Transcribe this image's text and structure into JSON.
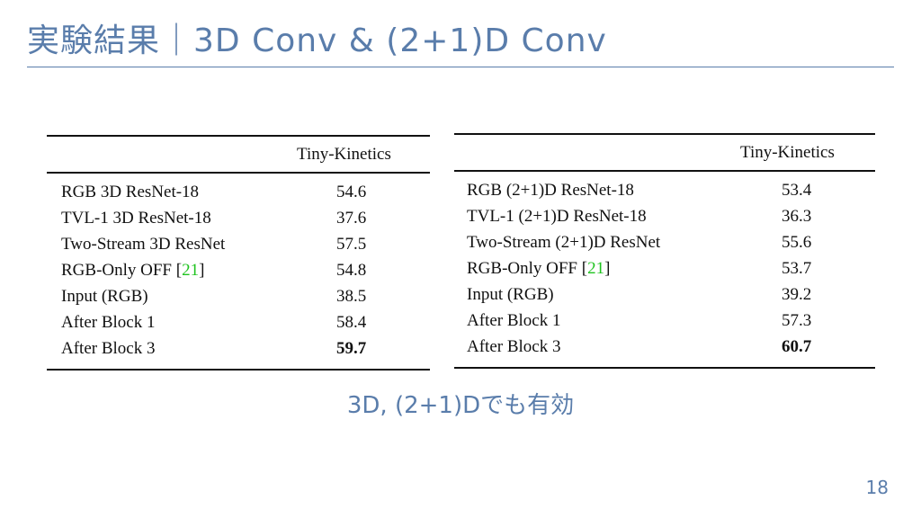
{
  "slide": {
    "title": "実験結果｜3D Conv & (2+1)D Conv",
    "caption": "3D, (2+1)Dでも有効",
    "page_number": "18"
  },
  "colors": {
    "title": "#5a7dab",
    "citation": "#1ec31e",
    "rule": "#111111"
  },
  "tables": [
    {
      "column_header": "Tiny-Kinetics",
      "rows": [
        {
          "method": "RGB 3D ResNet-18",
          "score": "54.6"
        },
        {
          "method": "TVL-1 3D ResNet-18",
          "score": "37.6"
        },
        {
          "method": "Two-Stream 3D ResNet",
          "score": "57.5"
        },
        {
          "method_prefix": "RGB-Only OFF [",
          "citation": "21",
          "method_suffix": "]",
          "score": "54.8"
        },
        {
          "method": "Input (RGB)",
          "score": "38.5"
        },
        {
          "method": "After Block 1",
          "score": "58.4"
        },
        {
          "method": "After Block 3",
          "score": "59.7",
          "best": true
        }
      ]
    },
    {
      "column_header": "Tiny-Kinetics",
      "rows": [
        {
          "method": "RGB (2+1)D ResNet-18",
          "score": "53.4"
        },
        {
          "method": "TVL-1 (2+1)D ResNet-18",
          "score": "36.3"
        },
        {
          "method": "Two-Stream (2+1)D ResNet",
          "score": "55.6"
        },
        {
          "method_prefix": "RGB-Only OFF [",
          "citation": "21",
          "method_suffix": "]",
          "score": "53.7"
        },
        {
          "method": "Input (RGB)",
          "score": "39.2"
        },
        {
          "method": "After Block 1",
          "score": "57.3"
        },
        {
          "method": "After Block 3",
          "score": "60.7",
          "best": true
        }
      ]
    }
  ]
}
